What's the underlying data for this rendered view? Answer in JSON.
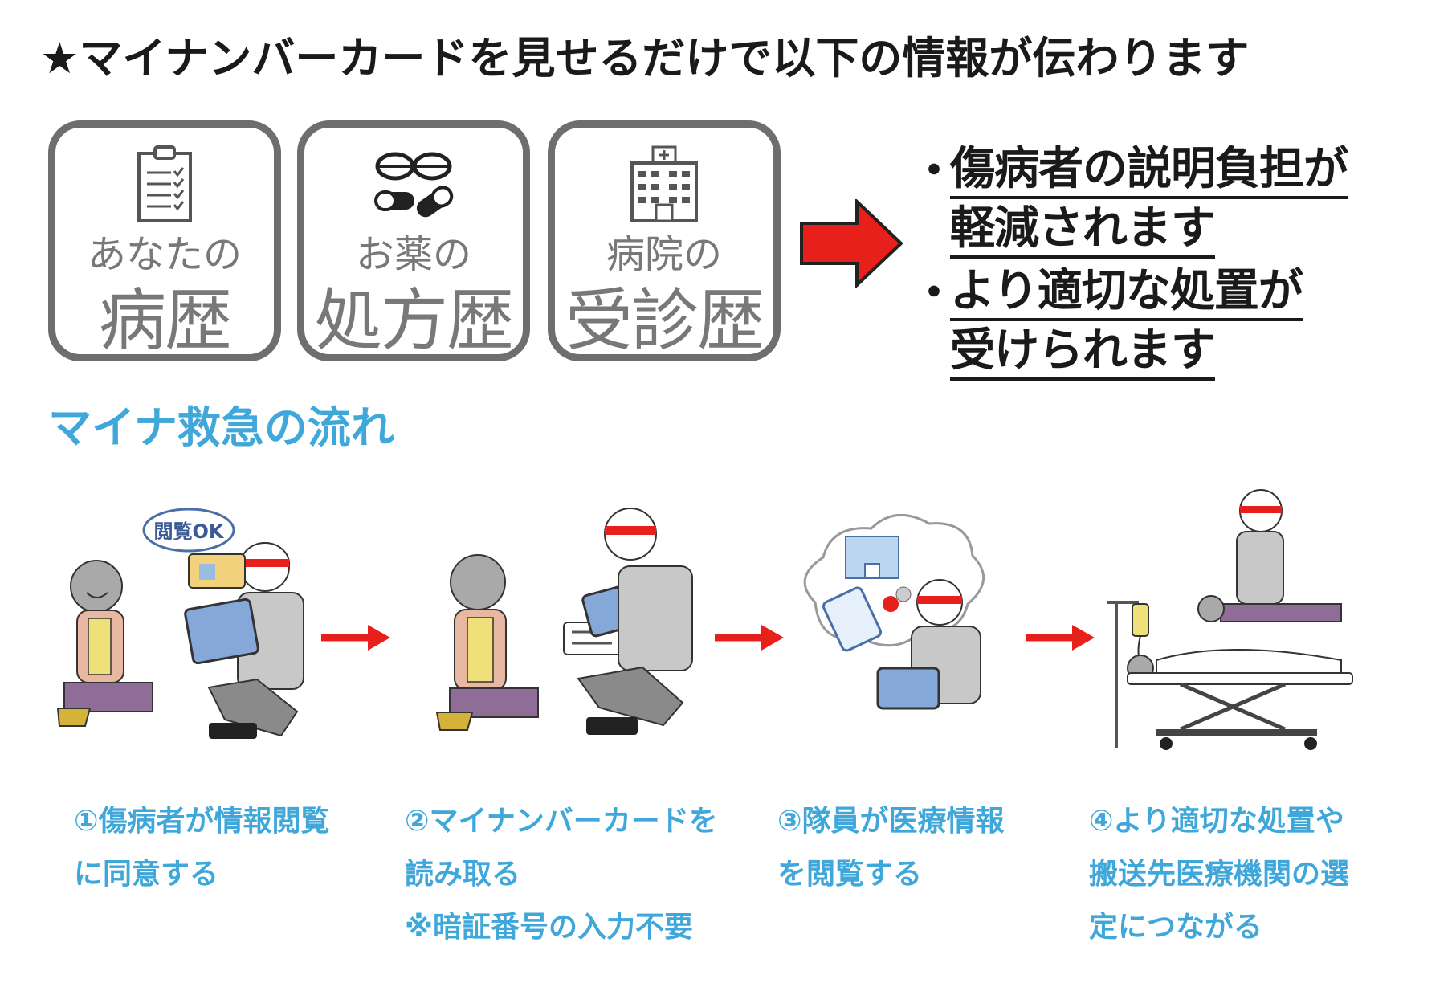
{
  "heading": "★マイナンバーカードを見せるだけで以下の情報が伝わります",
  "tiles": [
    {
      "line1": "あなたの",
      "line2": "病歴",
      "icon": "clipboard-icon"
    },
    {
      "line1": "お薬の",
      "line2": "処方歴",
      "icon": "medicine-icon"
    },
    {
      "line1": "病院の",
      "line2": "受診歴",
      "icon": "hospital-icon"
    }
  ],
  "bullets": [
    {
      "marker": "・",
      "lines": [
        "傷病者の説明負担が",
        "軽減されます"
      ]
    },
    {
      "marker": "・",
      "lines": [
        "より適切な処置が",
        "受けられます"
      ]
    }
  ],
  "flow_title": "マイナ救急の流れ",
  "speech_bubble": "閲覧OK",
  "steps": [
    {
      "lines": [
        "①傷病者が情報閲覧",
        "に同意する"
      ]
    },
    {
      "lines": [
        "②マイナンバーカードを",
        "読み取る",
        "※暗証番号の入力不要"
      ]
    },
    {
      "lines": [
        "③隊員が医療情報",
        "を閲覧する"
      ]
    },
    {
      "lines": [
        "④より適切な処置や",
        "搬送先医療機関の選",
        "定につながる"
      ]
    }
  ],
  "colors": {
    "accent_blue": "#3fa7da",
    "arrow_red": "#e8201c",
    "tile_gray": "#6e6e6e",
    "text_dark": "#1a1a1a"
  }
}
